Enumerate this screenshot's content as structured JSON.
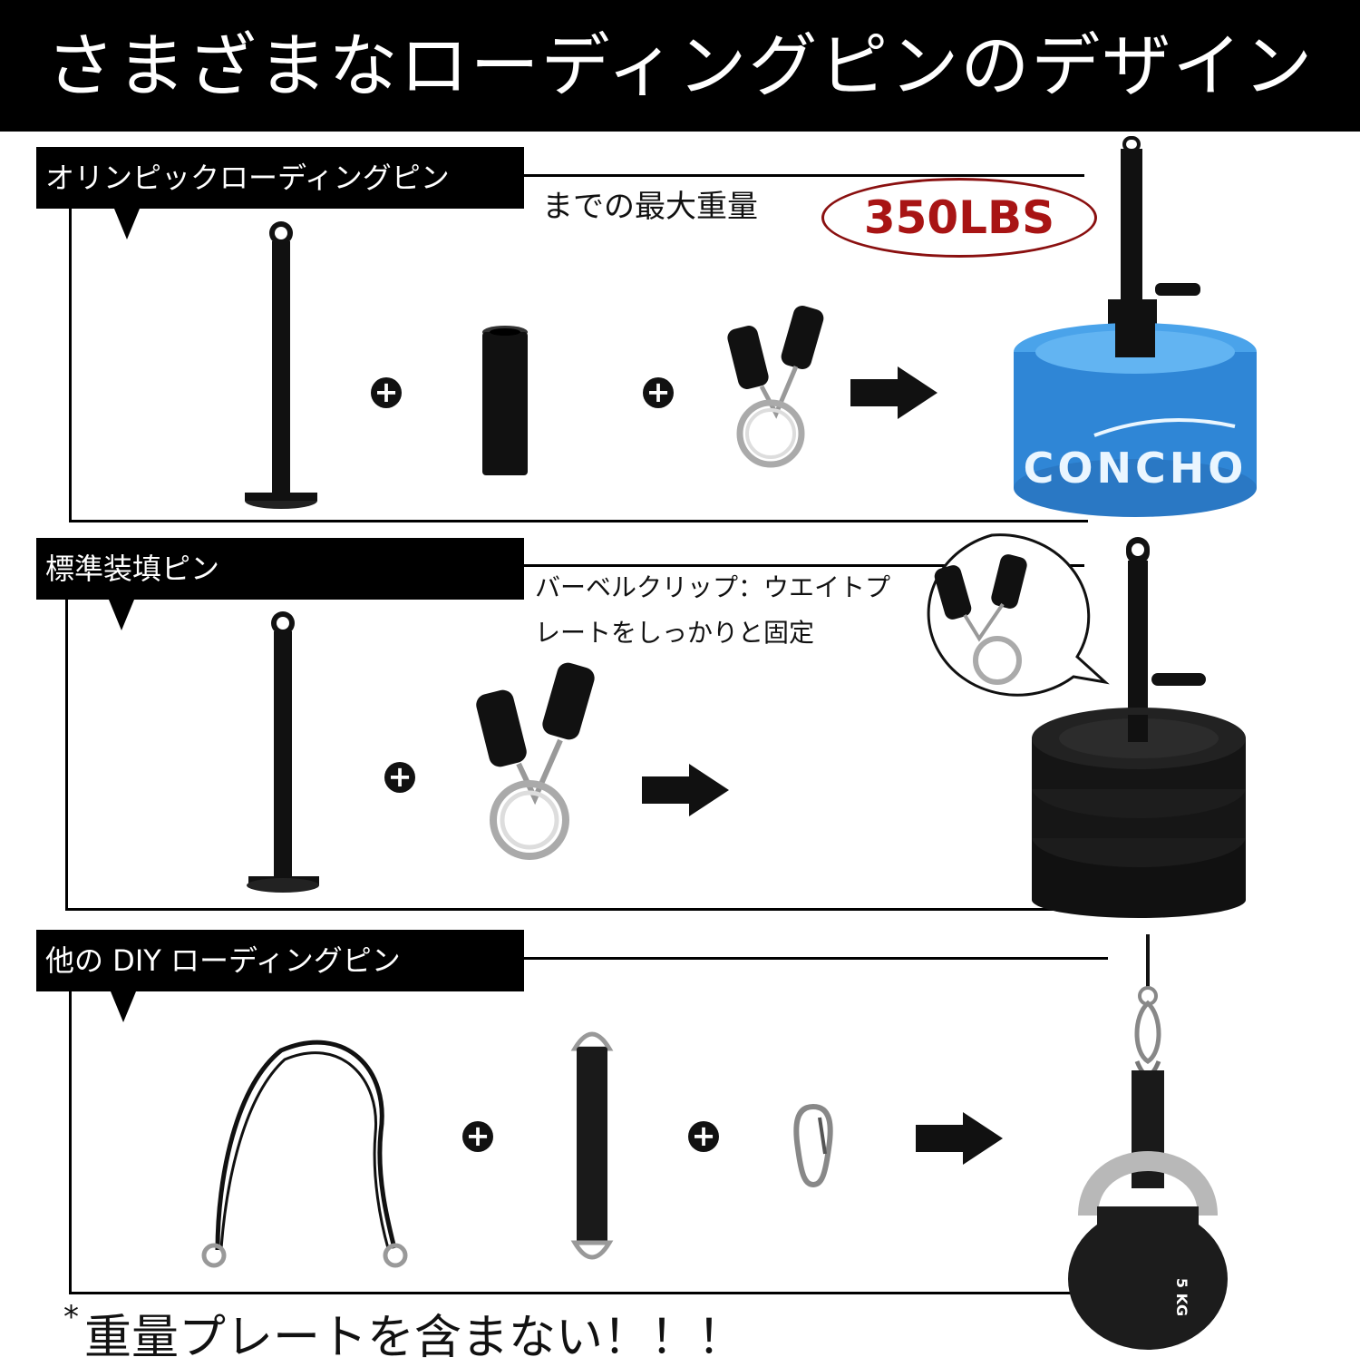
{
  "banner": {
    "title": "さまざまなローディングピンのデザイン"
  },
  "sections": [
    {
      "heading": "オリンピックローディングピン",
      "note": "までの最大重量",
      "badge": "350LBS",
      "items": [
        "loading-pin-with-base-icon",
        "sleeve-tube-icon",
        "spring-clip-icon"
      ],
      "result": "blue-plate-stack-icon",
      "brand": "CONCHO"
    },
    {
      "heading": "標準装填ピン",
      "note_lines": [
        "バーベルクリップ：ウエイトプ",
        "レートをしっかりと固定"
      ],
      "items": [
        "loading-pin-with-base-icon",
        "spring-clip-icon"
      ],
      "result": "black-plate-stack-icon"
    },
    {
      "heading": "他の DIY ローディングピン",
      "items": [
        "steel-cable-icon",
        "strap-handle-icon",
        "carabiner-icon"
      ],
      "result": "kettlebell-hanging-icon",
      "kettlebell_label": "5 KG"
    }
  ],
  "footer": {
    "asterisk": "*",
    "text": "重量プレートを含まない！！！"
  },
  "colors": {
    "banner_bg": "#000000",
    "badge_red": "#a81414",
    "plate_blue": "#2f86d6",
    "plate_black": "#151515"
  }
}
